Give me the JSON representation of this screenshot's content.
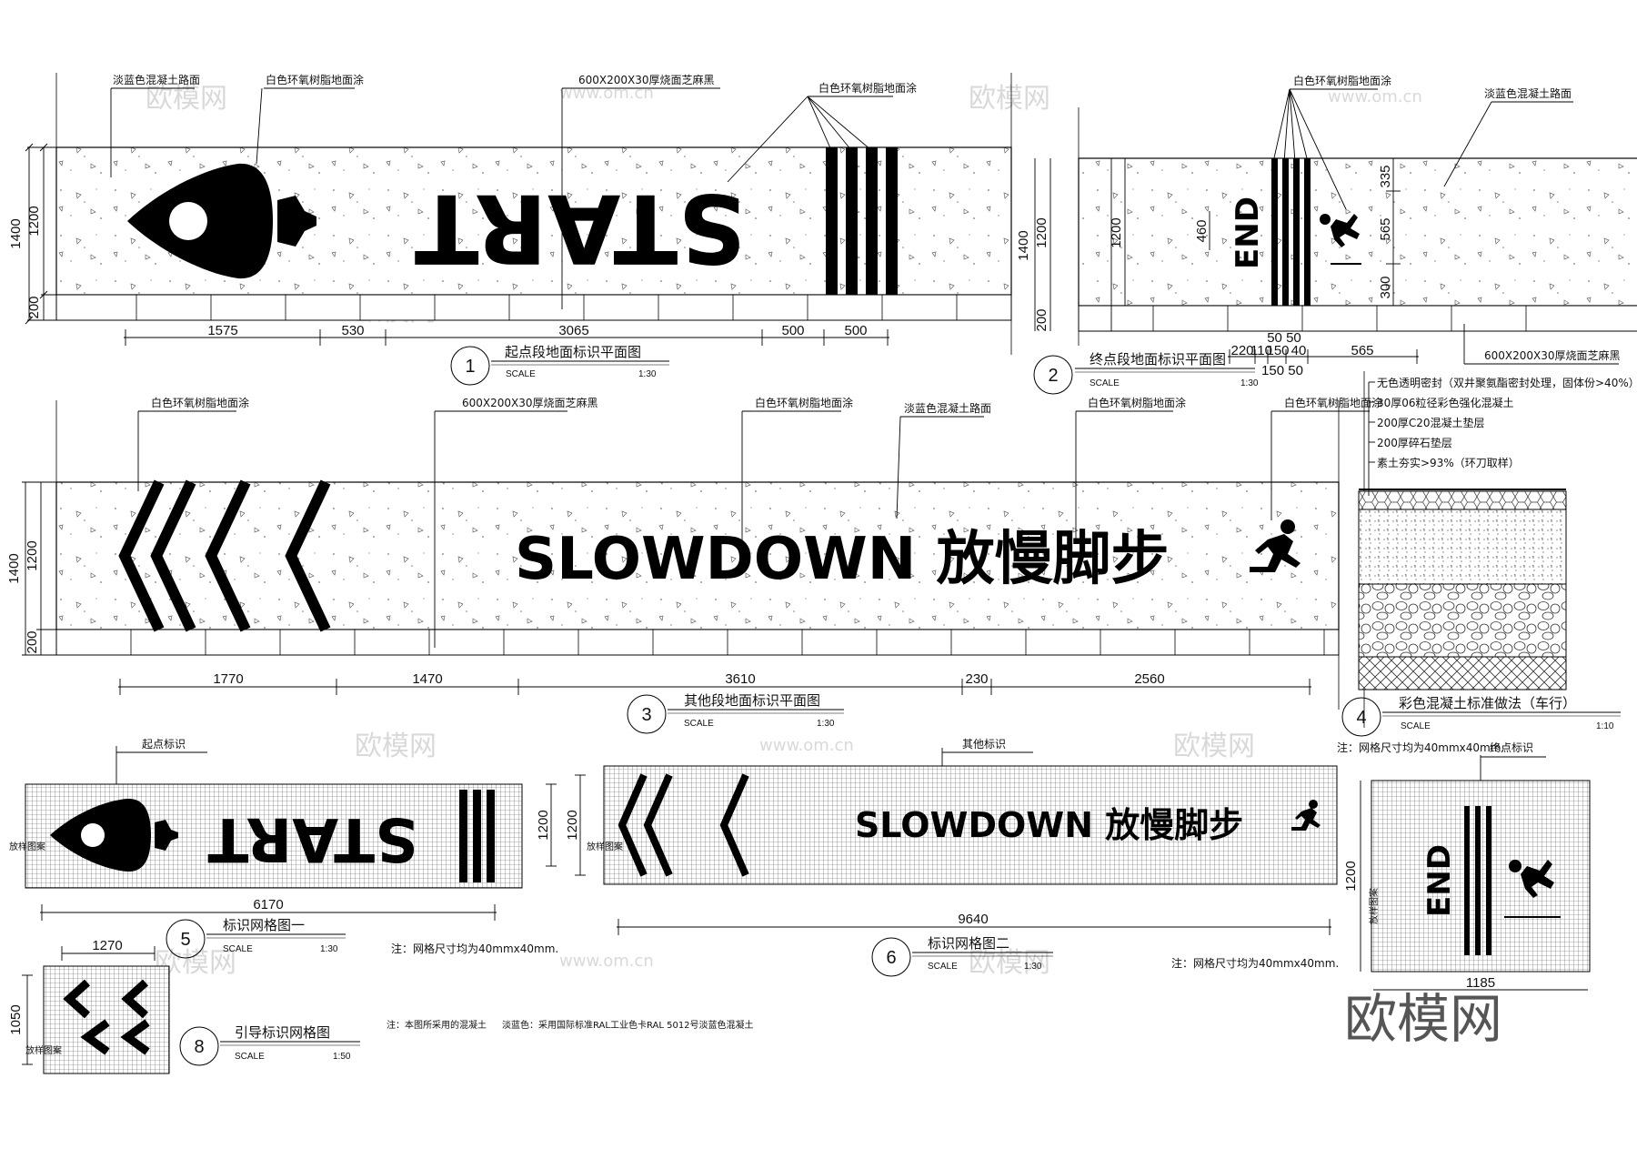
{
  "panel1": {
    "labels": [
      "淡蓝色混凝土路面",
      "白色环氧树脂地面涂",
      "600X200X30厚烧面芝麻黑",
      "白色环氧树脂地面涂"
    ],
    "sign_text": "START",
    "dims_h": [
      "1575",
      "530",
      "3065",
      "500",
      "500"
    ],
    "dims_v": [
      "1400",
      "1200",
      "200"
    ],
    "number": "1",
    "title": "起点段地面标识平面图",
    "scale_label": "SCALE",
    "scale": "1:30"
  },
  "panel2": {
    "labels": [
      "白色环氧树脂地面涂",
      "淡蓝色混凝土路面",
      "600X200X30厚烧面芝麻黑"
    ],
    "sign_text": "END",
    "dims_v_left": [
      "1400",
      "1200",
      "200",
      "1200",
      "460"
    ],
    "dims_v_right": [
      "335",
      "565",
      "300"
    ],
    "dims_h_top": "50 50",
    "dims_h_row": [
      "220",
      "110",
      "150",
      "40",
      "565"
    ],
    "dims_h_bottom": "150 50",
    "number": "2",
    "title": "终点段地面标识平面图",
    "scale_label": "SCALE",
    "scale": "1:30"
  },
  "panel3": {
    "labels": [
      "白色环氧树脂地面涂",
      "600X200X30厚烧面芝麻黑",
      "白色环氧树脂地面涂",
      "淡蓝色混凝土路面",
      "白色环氧树脂地面涂",
      "白色环氧树脂地面涂"
    ],
    "sign_text": "SLOWDOWN 放慢脚步",
    "dims_h": [
      "1770",
      "1470",
      "3610",
      "230",
      "2560"
    ],
    "dims_v": [
      "1400",
      "1200",
      "200"
    ],
    "number": "3",
    "title": "其他段地面标识平面图",
    "scale_label": "SCALE",
    "scale": "1:30"
  },
  "panel4": {
    "layers": [
      "无色透明密封（双井聚氨酯密封处理，固体份>40%）",
      "30厚06粒径彩色强化混凝土",
      "200厚C20混凝土垫层",
      "200厚碎石垫层",
      "素土夯实>93%（环刀取样）"
    ],
    "number": "4",
    "title": "彩色混凝土标准做法（车行）",
    "scale_label": "SCALE",
    "scale": "1:10"
  },
  "panel5": {
    "label": "起点标识",
    "side_label": "放样图案",
    "sign_text": "START",
    "dim": "6170",
    "number": "5",
    "title": "标识网格图一",
    "scale_label": "SCALE",
    "scale": "1:30",
    "note": "注：网格尺寸均为40mmx40mm."
  },
  "panel6": {
    "label": "其他标识",
    "side_label": "放样图案",
    "sign_text": "SLOWDOWN 放慢脚步",
    "dims_v": [
      "1200",
      "1200"
    ],
    "dim": "9640",
    "number": "6",
    "title": "标识网格图二",
    "scale_label": "SCALE",
    "scale": "1:30",
    "note": "注：网格尺寸均为40mmx40mm."
  },
  "panel7": {
    "note": "注：网格尺寸均为40mmx40mm.",
    "label": "终点标识",
    "side_label": "放样图案",
    "sign_text": "END",
    "dim_v": "1200",
    "dim_h": "1185"
  },
  "panel8": {
    "side_label": "放样图案",
    "dim_v": "1050",
    "dim_h": "1270",
    "number": "8",
    "title": "引导标识网格图",
    "scale_label": "SCALE",
    "scale": "1:50"
  },
  "notes": {
    "note_a": "注：本图所采用的混凝土",
    "note_b": "淡蓝色：采用国际标准RAL工业色卡RAL 5012号淡蓝色混凝土"
  },
  "watermark": {
    "brand": "欧模网",
    "url": "www.om.cn"
  },
  "colors": {
    "ink": "#000000",
    "watermark": "#d9d9d9",
    "paper": "#ffffff"
  }
}
